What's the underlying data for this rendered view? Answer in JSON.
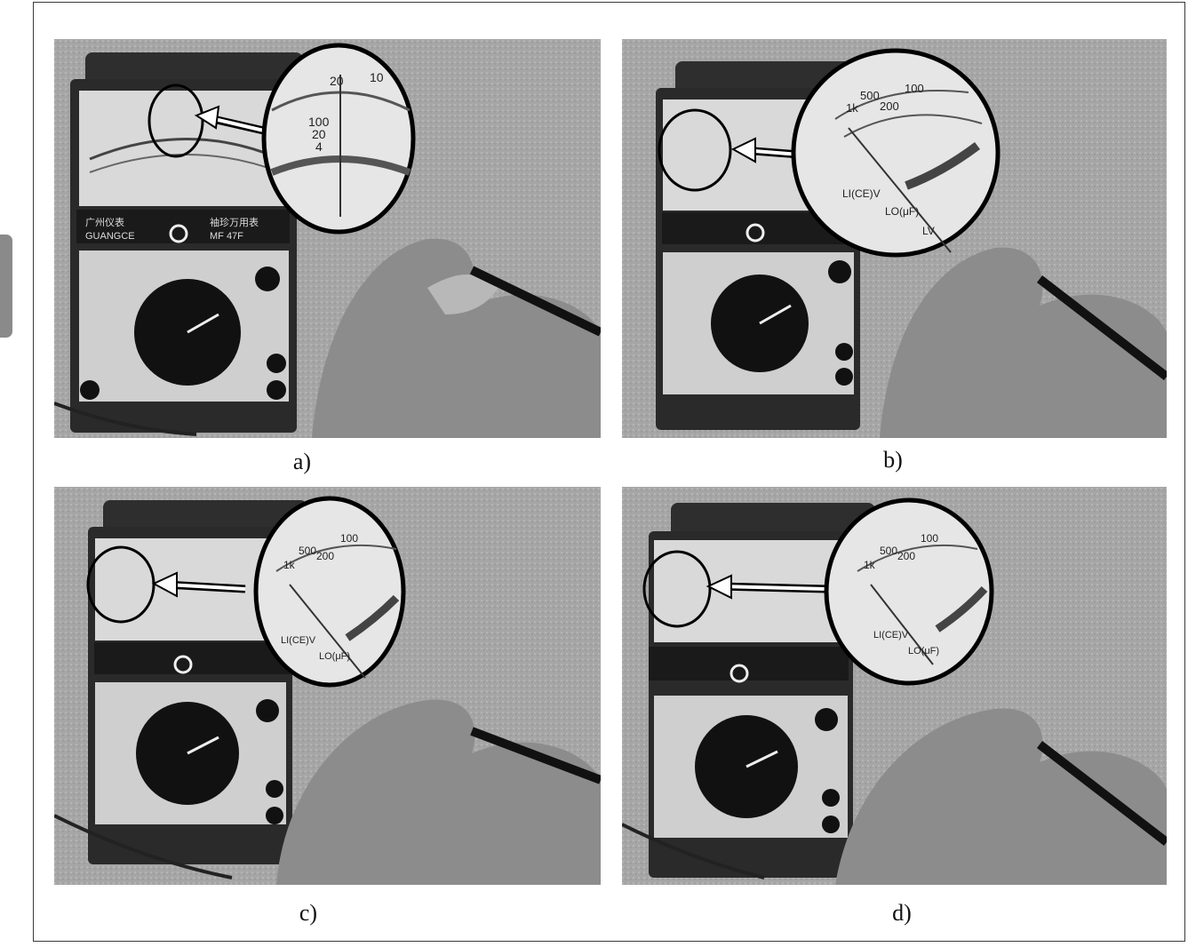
{
  "captions": {
    "a": "a)",
    "b": "b)",
    "c": "c)",
    "d": "d)"
  },
  "meter": {
    "brand_cn": "广州仪表",
    "brand": "GUANGCE",
    "model_cn": "袖珍万用表",
    "model": "MF 47F"
  },
  "magnifier_a": {
    "ticks": [
      "20",
      "10",
      "100",
      "20",
      "4"
    ]
  },
  "magnifier_bcd": {
    "ticks": [
      "1k",
      "500",
      "200",
      "100"
    ],
    "labels": [
      "LI(CE)V",
      "LO(μF)",
      "LV"
    ]
  },
  "icons": {
    "magnifier": "magnifier-icon",
    "pointer": "arrow-icon"
  }
}
